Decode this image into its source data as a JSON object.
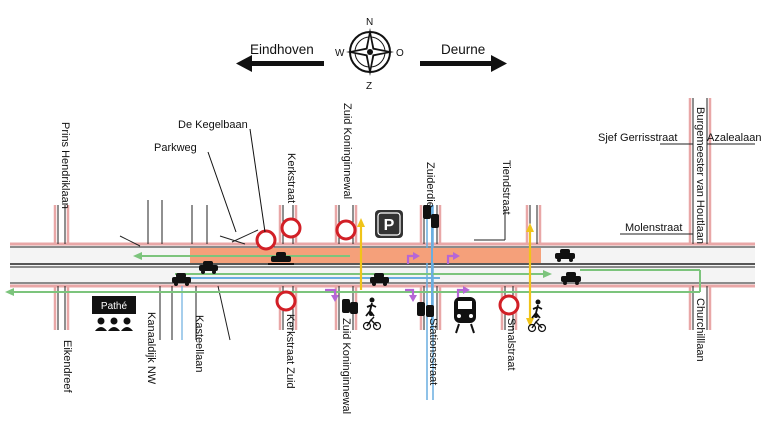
{
  "directions": {
    "west": "Eindhoven",
    "east": "Deurne"
  },
  "compass": {
    "n": "N",
    "e": "O",
    "s": "Z",
    "w": "W"
  },
  "streets": {
    "prins_hendriklaan": "Prins Hendriklaan",
    "eikendreef": "Eikendreef",
    "kanaaldijk": "Kanaaldijk NW",
    "kasteellaan": "Kasteellaan",
    "kerkstraat": "Kerkstraat",
    "kerkstraat_zuid": "Kerkstraat Zuid",
    "zuid_koninginnewal_north": "Zuid Koninginnewal",
    "zuid_koninginnewal_south": "Zuid Koninginnewal",
    "zuiderdie": "Zuiderdie",
    "stationsstraat": "Stationsstraat",
    "tiendstraat": "Tiendstraat",
    "smalstraat": "Smalstraat",
    "churchilllaan": "Churchilllaan",
    "burgemeester": "Burgemeester van Houtlaan",
    "sjef": "Sjef Gerrisstraat",
    "azalealaan": "Azalealaan",
    "molenstraat": "Molenstraat",
    "kegelbaan": "De Kegelbaan",
    "parkweg": "Parkweg"
  },
  "poi": {
    "pathe": "Pathé",
    "parking": "P"
  },
  "colors": {
    "road_fill": "#f4f4f4",
    "road_edge": "#e9a7a7",
    "closed_zone": "#f5a07a",
    "green_route": "#7cc47c",
    "blue_route": "#6aaee0",
    "yellow_route": "#f0c419",
    "purple_route": "#b566d6",
    "no_entry": "#d21f26"
  },
  "icons": [
    "compass-icon",
    "arrow-left-icon",
    "arrow-right-icon",
    "parking-icon",
    "cinema-icon",
    "train-icon",
    "car-icon",
    "cyclist-icon",
    "pedestrian-icon",
    "no-entry-icon"
  ]
}
